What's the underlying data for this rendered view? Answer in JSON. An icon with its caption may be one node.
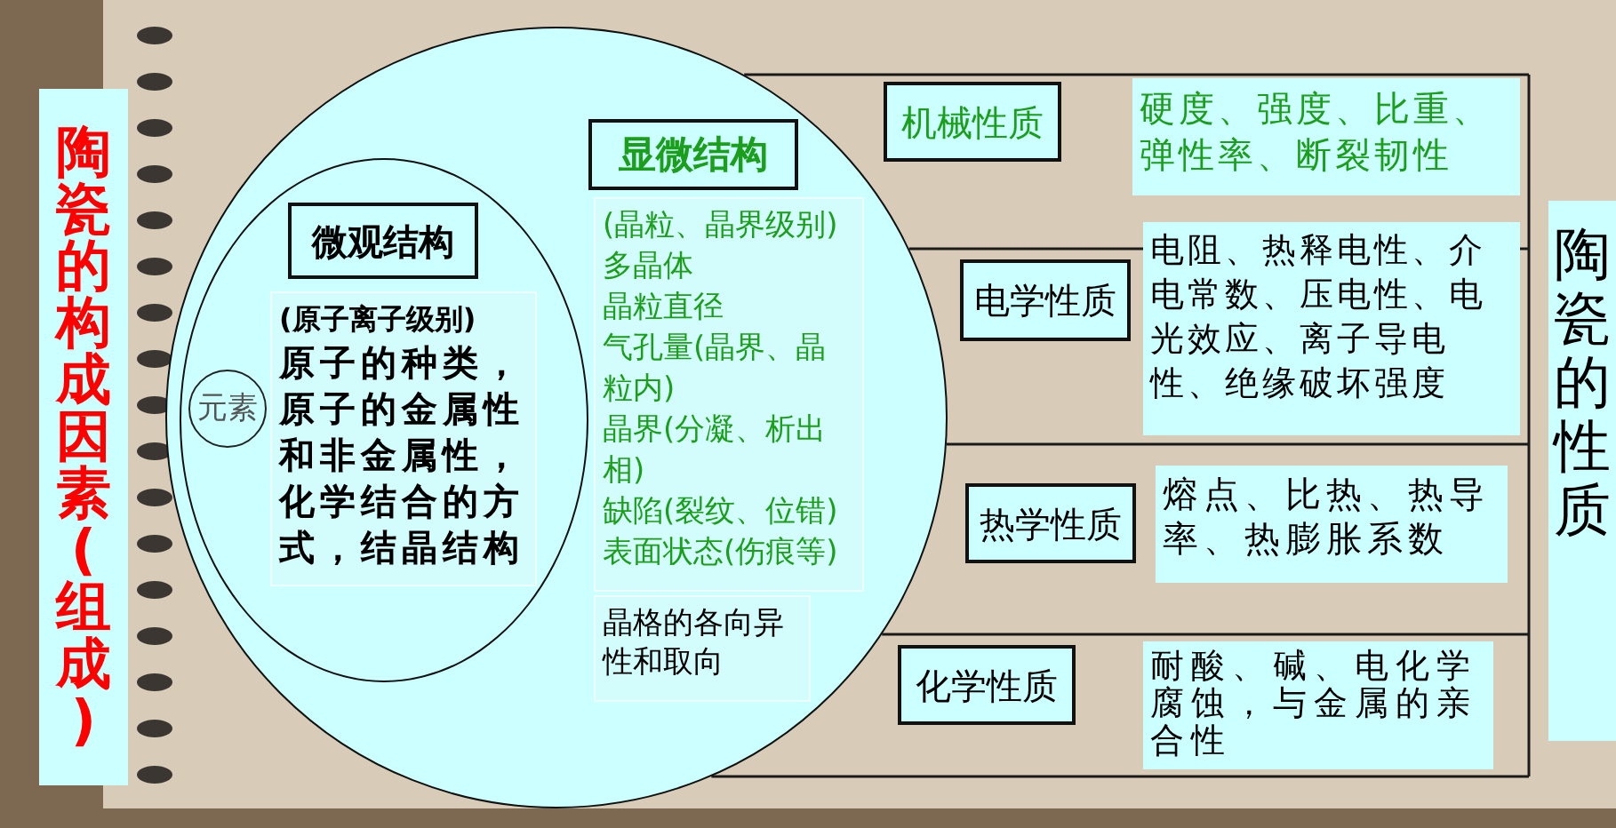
{
  "diagram": {
    "nodes": [
      {
        "text": [
          "陶瓷的构成因素(组成)"
        ]
      },
      {
        "text": [],
        "shape": "circle"
      },
      {
        "text": [
          "显微结构"
        ],
        "in": 1
      },
      {
        "text": [
          "(晶粒、晶界级别)",
          "多晶体",
          "晶粒直径",
          "气孔量(晶界、晶粒内)",
          "晶界(分凝、析出相)",
          "缺陷(裂纹、位错)",
          "表面状态(伤痕等)"
        ],
        "in": 1
      },
      {
        "text": [
          "晶格的各向异性和取向"
        ],
        "in": 1
      },
      {
        "text": [],
        "shape": "ellipse",
        "in": 1
      },
      {
        "text": [
          "微观结构"
        ],
        "in": 5
      },
      {
        "text": [
          "(原子离子级别)",
          "原子的种类，原子的金属性和非金属性，化学结合的方式，结晶结构"
        ],
        "in": 5
      },
      {
        "text": [
          "元素"
        ],
        "in": 5
      },
      {
        "text": [
          "机械性质"
        ]
      },
      {
        "text": [
          "硬度、强度、比重、弹性率、断裂韧性"
        ]
      },
      {
        "text": [
          "电学性质"
        ]
      },
      {
        "text": [
          "电阻、热释电性、介电常数、压电性、电光效应、离子导电性、绝缘破坏强度"
        ]
      },
      {
        "text": [
          "热学性质"
        ]
      },
      {
        "text": [
          "熔点、比热、热导率、热膨胀系数"
        ]
      },
      {
        "text": [
          "化学性质"
        ]
      },
      {
        "text": [
          "耐酸、碱、电化学腐蚀，与金属的亲合性"
        ]
      },
      {
        "text": [
          "陶瓷的性质"
        ]
      }
    ]
  }
}
